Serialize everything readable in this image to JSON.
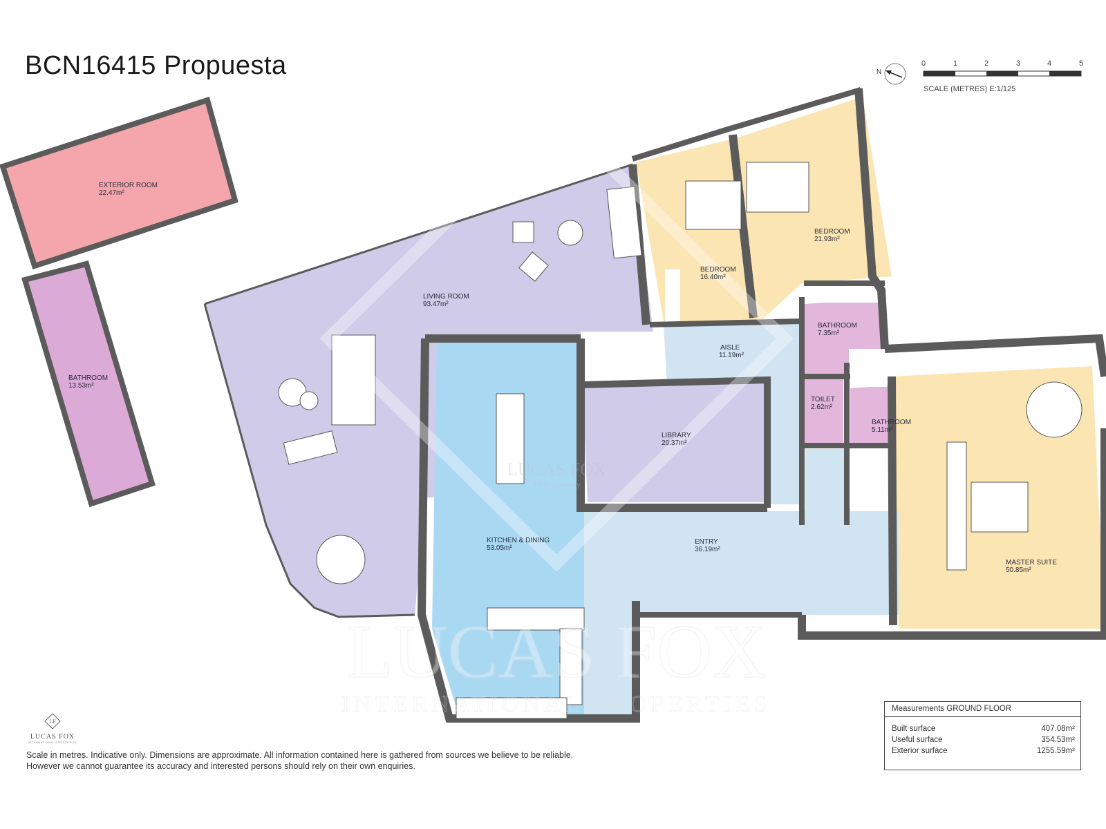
{
  "title": "BCN16415 Propuesta",
  "compass": {
    "label": "N"
  },
  "scale": {
    "ticks": [
      "0",
      "1",
      "2",
      "3",
      "4",
      "5"
    ],
    "caption": "SCALE (METRES) E:1/125"
  },
  "rooms": {
    "exterior_room": {
      "name": "EXTERIOR ROOM",
      "area": "22.47m²",
      "color": "#f4a6ac"
    },
    "bathroom_ext": {
      "name": "BATHROOM",
      "area": "13.53m²",
      "color": "#dcaad6"
    },
    "living_room": {
      "name": "LIVING ROOM",
      "area": "93.47m²",
      "color": "#cfcbe8"
    },
    "kitchen": {
      "name": "KITCHEN & DINING",
      "area": "53.05m²",
      "color": "#a9d8f2"
    },
    "library": {
      "name": "LIBRARY",
      "area": "20.37m²",
      "color": "#cfcbe8"
    },
    "aisle": {
      "name": "AISLE",
      "area": "11.19m²",
      "color": "#d0e4f2"
    },
    "entry": {
      "name": "ENTRY",
      "area": "36.19m²",
      "color": "#d0e4f2"
    },
    "bedroom_1": {
      "name": "BEDROOM",
      "area": "16.40m²",
      "color": "#fbe5b2"
    },
    "bedroom_2": {
      "name": "BEDROOM",
      "area": "21.93m²",
      "color": "#fbe5b2"
    },
    "bathroom_1": {
      "name": "BATHROOM",
      "area": "7.35m²",
      "color": "#e3b6dc"
    },
    "toilet": {
      "name": "TOILET",
      "area": "2.62m²",
      "color": "#e3b6dc"
    },
    "bathroom_2": {
      "name": "BATHROOM",
      "area": "5.11m²",
      "color": "#e3b6dc"
    },
    "master_suite": {
      "name": "MASTER SUITE",
      "area": "50.85m²",
      "color": "#fbe5b2"
    }
  },
  "wall_color": "#5b5b5b",
  "measurements": {
    "heading": "Measurements GROUND FLOOR",
    "rows": [
      {
        "label": "Built surface",
        "value": "407.08m²"
      },
      {
        "label": "Useful surface",
        "value": "354.53m²"
      },
      {
        "label": "Exterior surface",
        "value": "1255.59m²"
      }
    ]
  },
  "logo": {
    "name": "LUCAS FOX",
    "sub": "INTERNATIONAL PROPERTIES"
  },
  "watermark": {
    "main": "LUCAS FOX",
    "sub": "INTERNATIONAL PROPERTIES",
    "small": "LUCAS FOX",
    "small_sub": "A Dils company"
  },
  "disclaimer": [
    "Scale in metres. Indicative only. Dimensions are approximate. All information contained here is gathered from sources we believe to be reliable.",
    "However we cannot guarantee its accuracy and interested persons should rely on their own enquiries."
  ]
}
